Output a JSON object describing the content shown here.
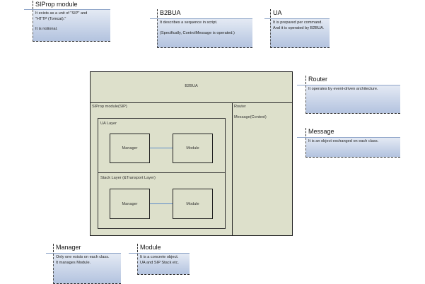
{
  "notes": {
    "siprop": {
      "title": "SIProp module",
      "lines": [
        "It exists as a unit of \"SIP\" and",
        " \"HTTP (Tomcat).\"",
        "",
        "It is notional."
      ]
    },
    "b2bua": {
      "title": "B2BUA",
      "lines": [
        "It describes a sequence in script.",
        "",
        "(Specifically, ControlMessage is operated.)"
      ]
    },
    "ua": {
      "title": "UA",
      "lines": [
        "It is prepared per command.",
        "And it is operated by B2BUA."
      ]
    },
    "router": {
      "title": "Router",
      "lines": [
        "It operates by event-driven architecture."
      ]
    },
    "message": {
      "title": "Message",
      "lines": [
        "It is an object exchanged on each class."
      ]
    },
    "manager": {
      "title": "Manager",
      "lines": [
        "Only one exists on each class.",
        "It manages Module."
      ]
    },
    "module": {
      "title": "Module",
      "lines": [
        "It is a concrete object.",
        "UA and SIP Stack etc."
      ]
    }
  },
  "diagram": {
    "b2bua_label": "B2BUA",
    "siprop_label": "SIProp module(SIP)",
    "router_label": "Router",
    "message_label": "Message(Context)",
    "ua_layer": {
      "label": "UA Layer",
      "manager": "Manager",
      "module": "Module"
    },
    "stack_layer": {
      "label": "Stack Layer (&Transport Layer)",
      "manager": "Manager",
      "module": "Module"
    }
  },
  "colors": {
    "diagram_fill": "#dde0cb",
    "note_gradient_top": "#e4eaf4",
    "note_gradient_bottom": "#b3c3df",
    "connector": "#5b8bc9"
  }
}
